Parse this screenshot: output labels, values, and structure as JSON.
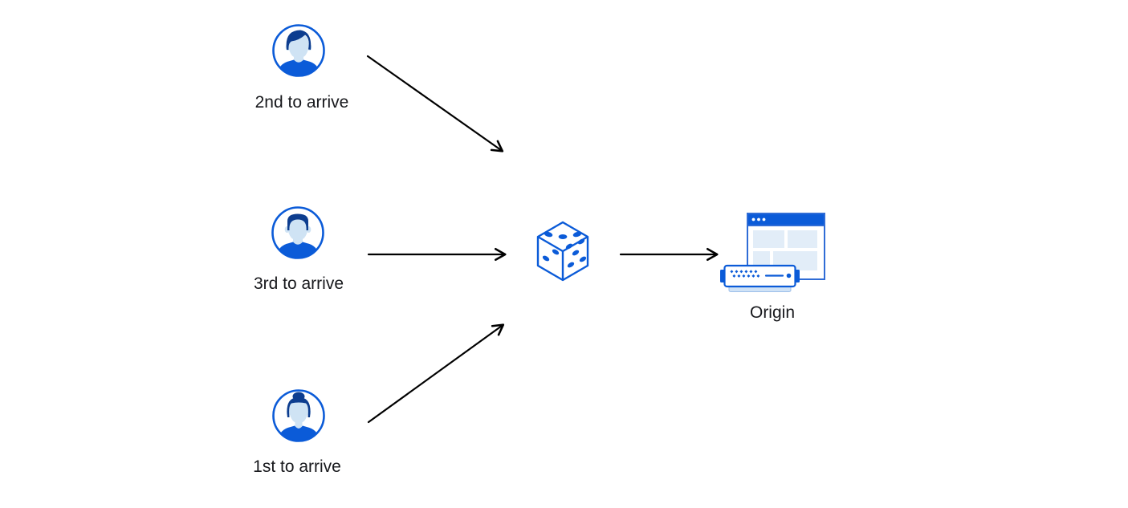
{
  "colors": {
    "primary_blue": "#0b5bd8",
    "dark_hair_blue": "#0d3d8f",
    "light_face_blue": "#cfe3f4",
    "window_block_blue": "#e2edf8",
    "window_border_blue": "#2f6cd6",
    "server_base_blue": "#cfe2f6",
    "arrow_black": "#000000",
    "text_color": "#17181c",
    "background": "#ffffff"
  },
  "diagram": {
    "clients": [
      {
        "label": "2nd to arrive",
        "icon": "avatar-man-swoosh-hair-icon"
      },
      {
        "label": "3rd to arrive",
        "icon": "avatar-man-flattop-hair-icon"
      },
      {
        "label": "1st to arrive",
        "icon": "avatar-woman-bun-hair-icon"
      }
    ],
    "selector": {
      "icon": "dice-icon"
    },
    "origin": {
      "label": "Origin",
      "icon": "origin-server-icon"
    },
    "edges": [
      {
        "from": "2nd to arrive",
        "to": "dice"
      },
      {
        "from": "3rd to arrive",
        "to": "dice"
      },
      {
        "from": "1st to arrive",
        "to": "dice"
      },
      {
        "from": "dice",
        "to": "Origin"
      }
    ]
  }
}
